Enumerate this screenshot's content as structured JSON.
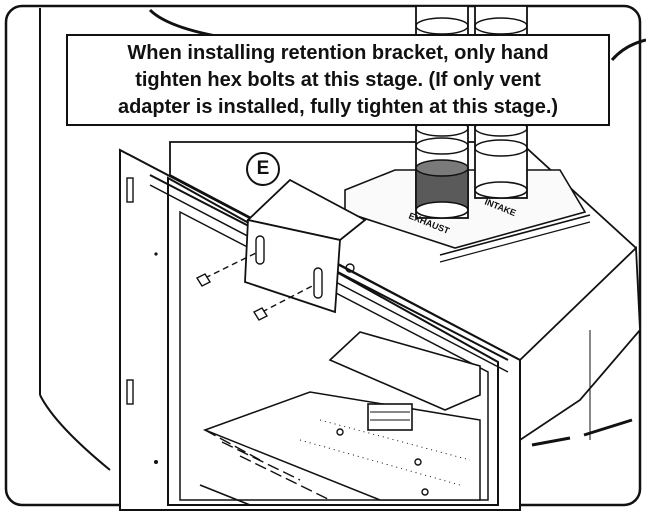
{
  "caption": {
    "line1": "When installing retention bracket, only hand",
    "line2": "tighten hex bolts at this stage. (If only vent",
    "line3": "adapter is installed, fully tighten at this stage.)"
  },
  "callout": {
    "letter": "E"
  },
  "vent_labels": {
    "exhaust": "EXHAUST",
    "intake": "INTAKE"
  }
}
